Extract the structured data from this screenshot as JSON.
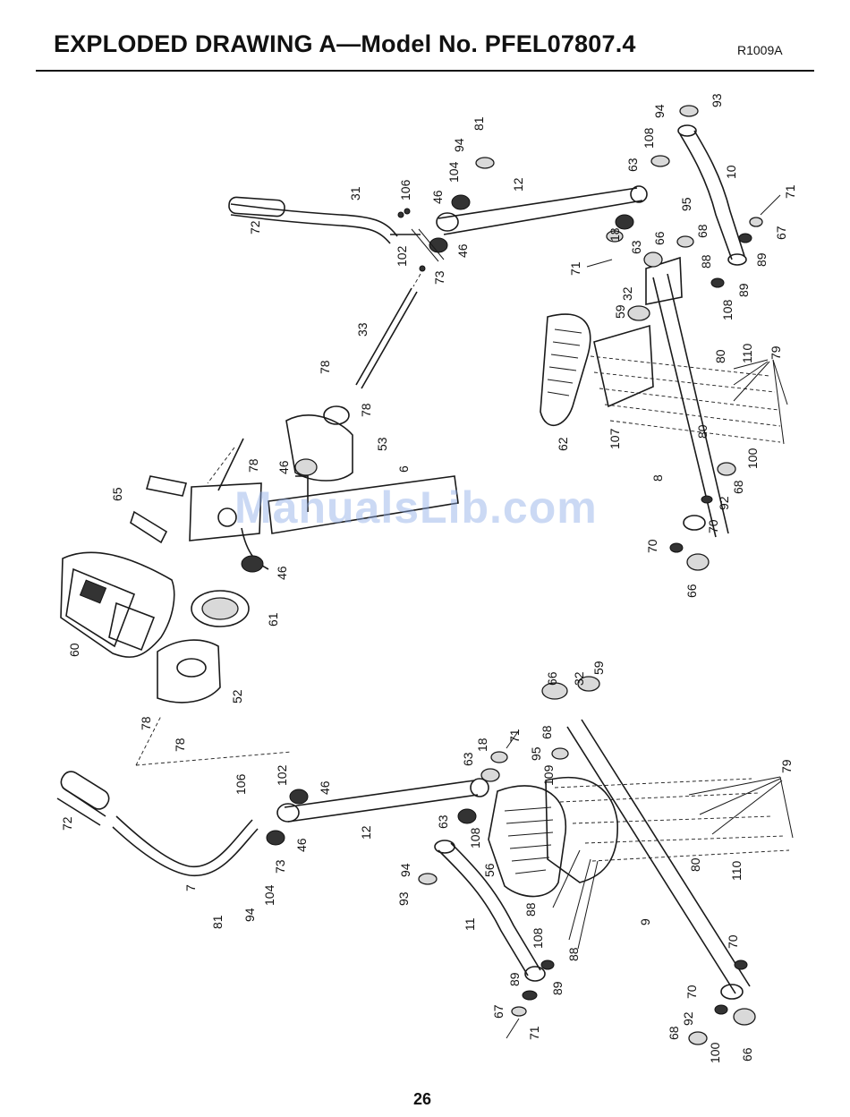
{
  "header": {
    "title": "EXPLODED DRAWING A—Model No. PFEL07807.4",
    "code": "R1009A"
  },
  "footer": {
    "page_number": "26"
  },
  "watermark": "ManualsLib.com",
  "callouts": [
    "93",
    "94",
    "108",
    "63",
    "10",
    "81",
    "94",
    "104",
    "46",
    "12",
    "106",
    "31",
    "72",
    "95",
    "18",
    "63",
    "66",
    "68",
    "71",
    "67",
    "89",
    "89",
    "108",
    "71",
    "102",
    "73",
    "46",
    "33",
    "32",
    "59",
    "88",
    "80",
    "110",
    "79",
    "78",
    "78",
    "62",
    "107",
    "53",
    "78",
    "46",
    "6",
    "8",
    "80",
    "100",
    "68",
    "92",
    "70",
    "65",
    "70",
    "66",
    "46",
    "61",
    "60",
    "52",
    "78",
    "78",
    "59",
    "32",
    "66",
    "71",
    "18",
    "68",
    "63",
    "95",
    "109",
    "102",
    "46",
    "106",
    "79",
    "63",
    "12",
    "72",
    "46",
    "108",
    "56",
    "7",
    "73",
    "94",
    "93",
    "104",
    "94",
    "81",
    "88",
    "11",
    "108",
    "110",
    "80",
    "88",
    "9",
    "70",
    "89",
    "67",
    "70",
    "89",
    "71",
    "92",
    "68",
    "100",
    "66"
  ]
}
